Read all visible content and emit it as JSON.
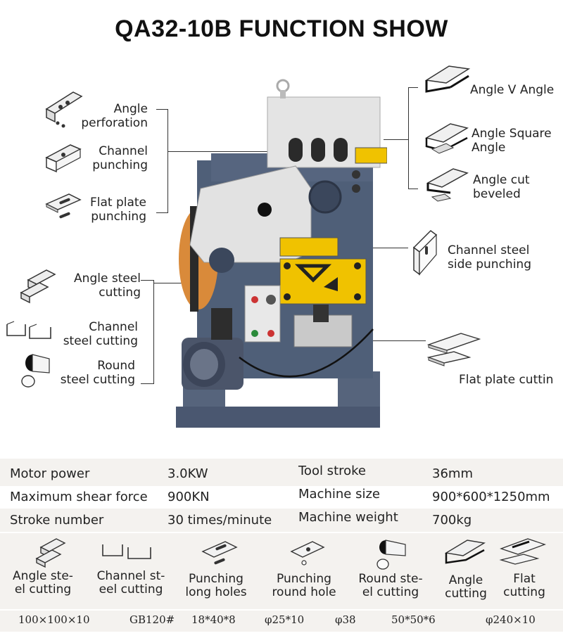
{
  "title": "QA32-10B FUNCTION SHOW",
  "left_labels": [
    {
      "line1": "Angle",
      "line2": "perforation"
    },
    {
      "line1": "Channel",
      "line2": "punching"
    },
    {
      "line1": "Flat plate",
      "line2": "punching"
    },
    {
      "line1": "Angle steel",
      "line2": "cutting"
    },
    {
      "line1": "Channel",
      "line2": "steel cutting"
    },
    {
      "line1": "Round",
      "line2": "steel cutting"
    }
  ],
  "right_labels": [
    {
      "line1": "Angle V Angle",
      "line2": ""
    },
    {
      "line1": "Angle Square",
      "line2": "Angle"
    },
    {
      "line1": "Angle cut",
      "line2": "beveled"
    },
    {
      "line1": "Channel steel",
      "line2": "side punching"
    },
    {
      "line1": "Flat plate cuttin",
      "line2": ""
    }
  ],
  "specs": [
    {
      "k1": "Motor power",
      "v1": "3.0KW",
      "k2": "Tool stroke",
      "v2": "36mm"
    },
    {
      "k1": "Maximum shear force",
      "v1": "900KN",
      "k2": "Machine size",
      "v2": "900*600*1250mm"
    },
    {
      "k1": "Stroke number",
      "v1": "30 times/minute",
      "k2": "Machine weight",
      "v2": "700kg"
    }
  ],
  "functions": [
    {
      "line1": "Angle ste-",
      "line2": "el cutting"
    },
    {
      "line1": "Channel st-",
      "line2": "eel cutting"
    },
    {
      "line1": "Punching",
      "line2": "long holes"
    },
    {
      "line1": "Punching",
      "line2": "round hole"
    },
    {
      "line1": "Round ste-",
      "line2": "el cutting"
    },
    {
      "line1": "Angle",
      "line2": "cutting"
    },
    {
      "line1": "Flat",
      "line2": "cutting"
    }
  ],
  "dimensions": [
    "100×100×10",
    "GB120#",
    "18*40*8",
    "φ25*10",
    "φ38",
    "50*50*6",
    "φ240×10"
  ],
  "colors": {
    "machine_body": "#4f5f78",
    "machine_panel": "#e2e2e2",
    "yellow": "#f0c200",
    "flywheel": "#d98a3a",
    "table_bg": "#f4f2ef"
  }
}
